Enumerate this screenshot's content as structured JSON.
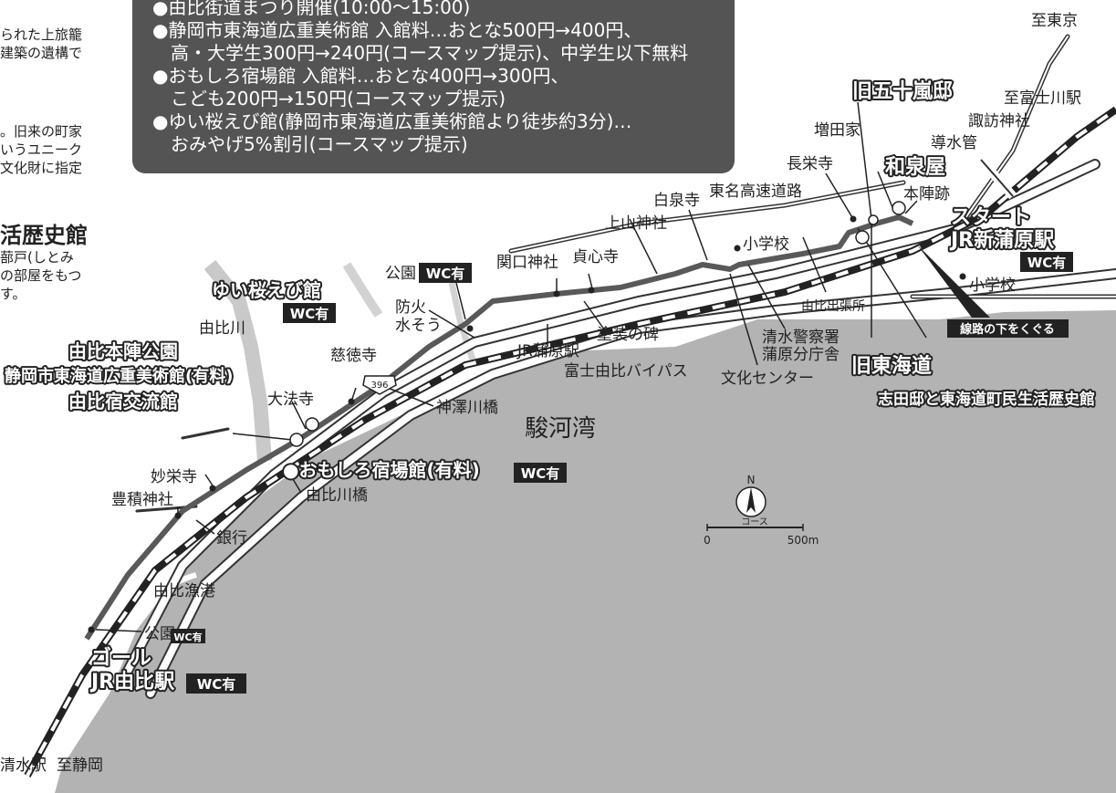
{
  "info_panel": {
    "lines": [
      "●由比街道まつり開催(10:00～15:00)",
      "●静岡市東海道広重美術館 入館料…おとな500円→400円、",
      "高・大学生300円→240円(コースマップ提示)、中学生以下無料",
      "●おもしろ宿場館 入館料…おとな400円→300円、",
      "こども200円→150円(コースマップ提示)",
      "●ゆい桜えび館(静岡市東海道広重美術館より徒歩約3分)…",
      "おみやげ5%割引(コースマップ提示)"
    ]
  },
  "left_column": {
    "lines_top": [
      "られた上旅籠",
      "建築の遺構で"
    ],
    "lines_mid": [
      "。旧来の町家",
      "いうユニーク",
      "文化財に指定"
    ],
    "heading": "活歴史館",
    "lines_bottom": [
      "蔀戸(しとみ",
      "の部屋をもつ",
      "す。"
    ]
  },
  "places": {
    "start": "スタート",
    "start_station": "JR新蒲原駅",
    "goal": "ゴール",
    "goal_station": "JR由比駅",
    "kyu_igarashi": "旧五十嵐邸",
    "izumiya": "和泉屋",
    "kyu_tokaido": "旧東海道",
    "shidatei": "志田邸と東海道町民生活歴史館",
    "yui_sakuraebi": "ゆい桜えび館",
    "honjin_park": "由比本陣公園",
    "hiroshige": "静岡市東海道広重美術館(有料)",
    "shuku_kouryu": "由比宿交流館",
    "omoshiro": "●おもしろ宿場館(有料)",
    "to_tokyo": "至東京",
    "to_fujikawa": "至富士川駅",
    "to_shizuoka": "至静岡",
    "shimizu_station": "清水駅",
    "suwa": "諏訪神社",
    "dousuikan": "導水管",
    "masuda": "増田家",
    "chouei": "長栄寺",
    "honjin_ato": "本陣跡",
    "tomei": "東名高速道路",
    "hakusen": "白泉寺",
    "kamiyama": "上山神社",
    "shougakkou1": "小学校",
    "shougakkou2": "小学校",
    "yui_shucchou": "由比出張所",
    "senro": "線路の下をくぐる",
    "shimizu_police_1": "清水警察署",
    "shimizu_police_2": "蒲原分庁舎",
    "bunka": "文化センター",
    "toso_hi": "塗装の碑",
    "kanbara_station": "JR蒲原駅",
    "bypass": "富士由比バイパス",
    "sekiguchi": "関口神社",
    "teishin": "貞心寺",
    "kouen1": "公園",
    "bouka_1": "防火",
    "bouka_2": "水そう",
    "jitoku": "慈徳寺",
    "route396": "396",
    "kanzawa": "神澤川橋",
    "suruga": "駿河湾",
    "daihou": "大法寺",
    "yui_river": "由比川",
    "yui_bridge": "由比川橋",
    "myoei": "妙栄寺",
    "toyozumi": "豊積神社",
    "ginkou": "銀行",
    "gyokou": "由比漁港",
    "kouen2": "公園",
    "wc": "WC有"
  },
  "scale": {
    "north": "N",
    "course": "コース",
    "zero": "0",
    "distance": "500m"
  },
  "colors": {
    "sea": "#b3b3b3",
    "route": "#595959",
    "panel": "#545454",
    "rail": "#222222"
  }
}
